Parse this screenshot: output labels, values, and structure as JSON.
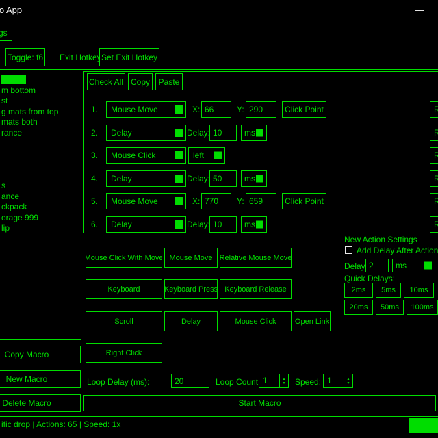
{
  "colors": {
    "accent": "#00dd00",
    "background": "#000000",
    "title_text": "#ffffff"
  },
  "window": {
    "title": "Macro App",
    "minimize_glyph": "—"
  },
  "menu": {
    "settings_tab": "Settings"
  },
  "toolbar": {
    "toggle_button": "Toggle: f6",
    "exit_hotkey_label": "Exit Hotkey:",
    "set_exit_hotkey_button": "Set Exit Hotkey"
  },
  "sidebar": {
    "items": [
      "",
      "m bottom",
      "st",
      "g mats from top",
      "mats both",
      "rance",
      "",
      "",
      "",
      "",
      "s",
      "ance",
      "ckpack",
      "orage 999",
      "lip"
    ],
    "selected_index": 0,
    "copy_macro_button": "Copy Macro",
    "new_macro_button": "New Macro",
    "delete_macro_button": "Delete Macro"
  },
  "actions_panel": {
    "check_all_button": "Check All",
    "copy_button": "Copy",
    "paste_button": "Paste",
    "remove_button": "Remove",
    "rows": [
      {
        "num": "1.",
        "type": "Mouse Move",
        "x_label": "X:",
        "x_value": "66",
        "y_label": "Y:",
        "y_value": "290",
        "click_point_button": "Click Point"
      },
      {
        "num": "2.",
        "type": "Delay",
        "delay_label": "Delay:",
        "delay_value": "10",
        "unit": "ms"
      },
      {
        "num": "3.",
        "type": "Mouse Click",
        "button_value": "left"
      },
      {
        "num": "4.",
        "type": "Delay",
        "delay_label": "Delay:",
        "delay_value": "50",
        "unit": "ms"
      },
      {
        "num": "5.",
        "type": "Mouse Move",
        "x_label": "X:",
        "x_value": "770",
        "y_label": "Y:",
        "y_value": "659",
        "click_point_button": "Click Point"
      },
      {
        "num": "6.",
        "type": "Delay",
        "delay_label": "Delay:",
        "delay_value": "10",
        "unit": "ms"
      }
    ]
  },
  "new_action_buttons": {
    "mouse_click_with_move": "Mouse Click With Move",
    "mouse_move": "Mouse Move",
    "relative_mouse_move": "Relative Mouse Move",
    "keyboard": "Keyboard",
    "keyboard_press": "Keyboard Press",
    "keyboard_release": "Keyboard Release",
    "scroll": "Scroll",
    "delay": "Delay",
    "mouse_click": "Mouse Click",
    "open_link": "Open Link",
    "right_click": "Right Click"
  },
  "new_action_settings": {
    "title": "New Action Settings",
    "add_delay_label": "Add Delay After Action",
    "add_delay_checked": false,
    "delay_label": "Delay:",
    "delay_value": "2",
    "delay_unit": "ms",
    "quick_delays_label": "Quick Delays:",
    "quick_delays": [
      "2ms",
      "5ms",
      "10ms",
      "20ms",
      "50ms",
      "100ms"
    ]
  },
  "loop_controls": {
    "loop_delay_label": "Loop Delay (ms):",
    "loop_delay_value": "20",
    "loop_count_label": "Loop Count:",
    "loop_count_value": "1",
    "speed_label": "Speed:",
    "speed_value": "1"
  },
  "start_macro_button": "Start Macro",
  "status_bar": {
    "text": "ific drop | Actions: 65 | Speed: 1x"
  }
}
